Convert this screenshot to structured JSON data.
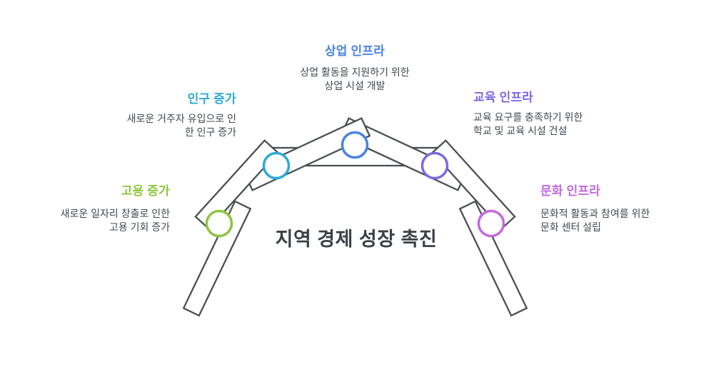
{
  "main_title": {
    "text": "지역 경제 성장 촉진",
    "color": "#3a4047"
  },
  "arch": {
    "stroke_color": "#4a4f55",
    "desc_text_color": "#41484f"
  },
  "nodes": [
    {
      "id": "employment",
      "label": "고용 증가",
      "color": "#8dc63f",
      "desc1": "새로운 일자리 창출로 인한",
      "desc2": "고용 기회 증가"
    },
    {
      "id": "population",
      "label": "인구 증가",
      "color": "#2da9d9",
      "desc1": "새로운 거주자 유입으로 인",
      "desc2": "한 인구 증가"
    },
    {
      "id": "commercial",
      "label": "상업 인프라",
      "color": "#4a82e8",
      "desc1": "상업 활동을 지원하기 위한",
      "desc2": "상업 시설 개발"
    },
    {
      "id": "education",
      "label": "교육 인프라",
      "color": "#7a6ae4",
      "desc1": "교육 요구를 충족하기 위한",
      "desc2": "학교 및 교육 시설 건설"
    },
    {
      "id": "culture",
      "label": "문화 인프라",
      "color": "#c368e0",
      "desc1": "문화적 활동과 참여를 위한",
      "desc2": "문화 센터 설립"
    }
  ]
}
